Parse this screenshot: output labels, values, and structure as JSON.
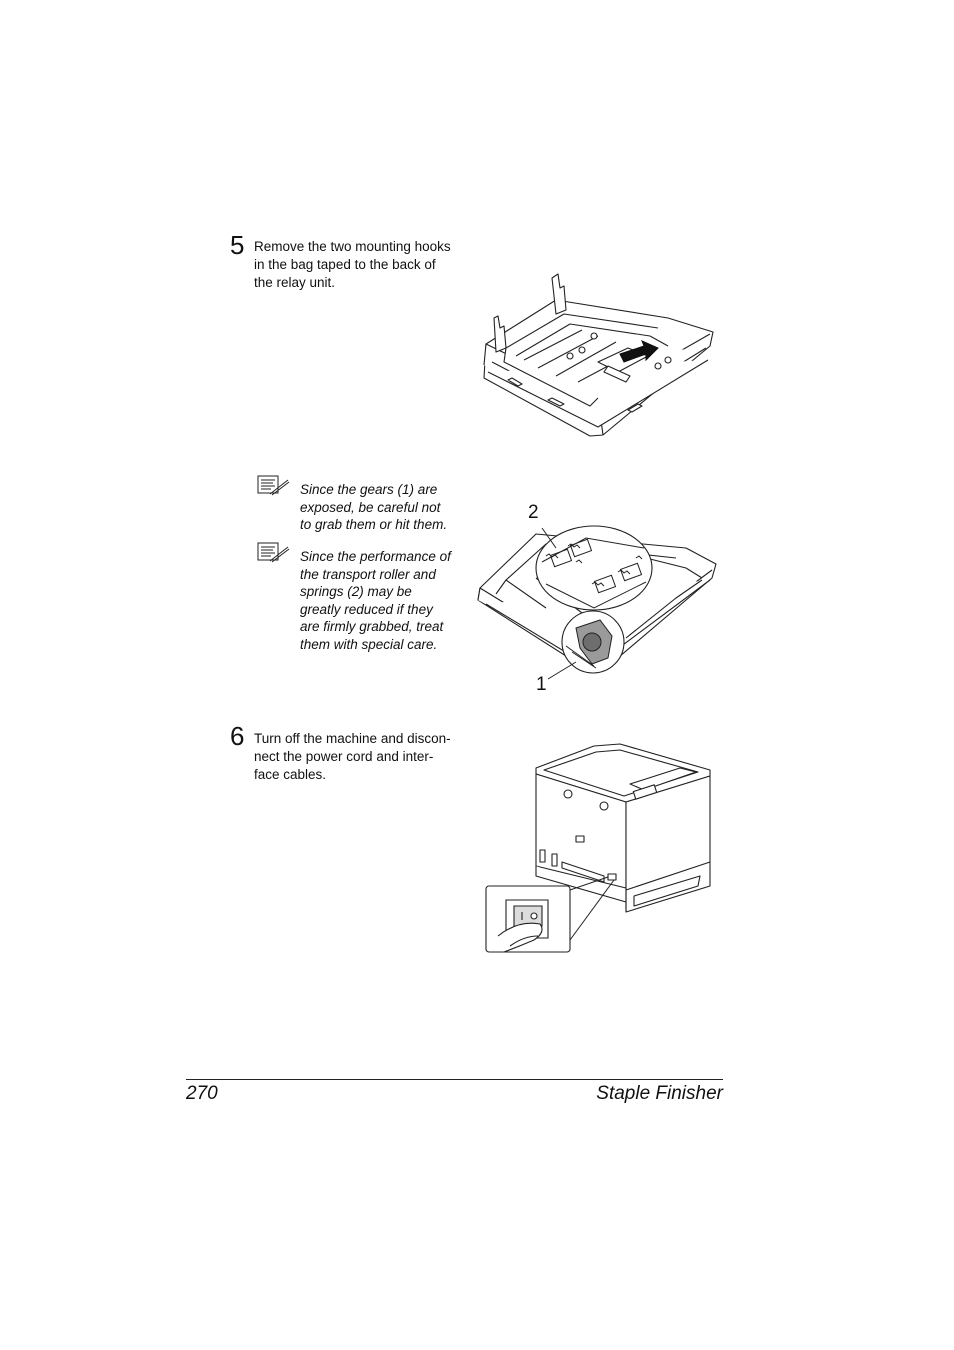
{
  "steps": [
    {
      "number": "5",
      "lines": [
        "Remove the two mounting hooks",
        "in the bag taped to the back of",
        "the relay unit."
      ]
    },
    {
      "number": "6",
      "lines": [
        "Turn off the machine and discon-",
        "nect the power cord and inter-",
        "face cables."
      ]
    }
  ],
  "notes": [
    {
      "icon": "note-pad-pencil-icon",
      "lines": [
        "Since the gears (1) are",
        "exposed, be careful not",
        "to grab them or hit them."
      ]
    },
    {
      "icon": "note-pad-pencil-icon",
      "lines": [
        "Since the performance of",
        "the transport roller and",
        "springs (2) may be",
        "greatly reduced if they",
        "are firmly grabbed, treat",
        "them with special care."
      ]
    }
  ],
  "figure_callouts": {
    "springs": "2",
    "gears": "1"
  },
  "footer": {
    "page_number": "270",
    "section_title": "Staple Finisher"
  }
}
